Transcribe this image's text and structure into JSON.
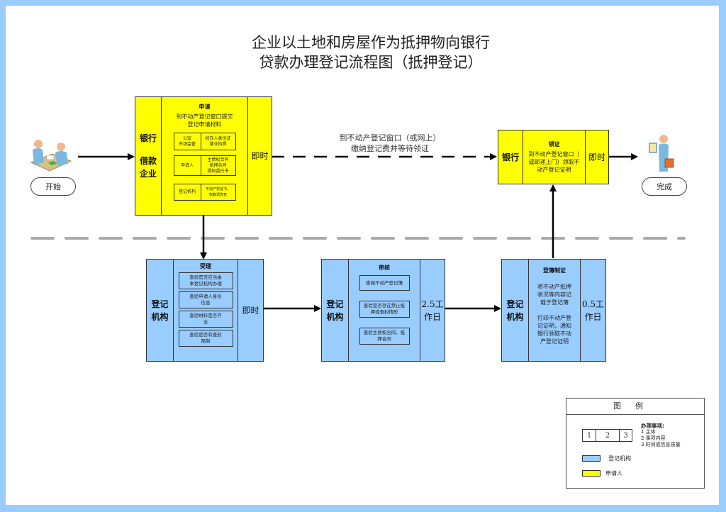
{
  "title": {
    "line1": "企业以土地和房屋作为抵押物向银行",
    "line2": "贷款办理登记流程图（抵押登记）"
  },
  "colors": {
    "applicant": "#ffff00",
    "registry": "#99ccff",
    "frame": "#99ccff",
    "divider": "#aaaaaa"
  },
  "start": {
    "label": "开始",
    "icon": "people-at-desk-icon"
  },
  "finish": {
    "label": "完成",
    "icon": "person-with-certificate-icon"
  },
  "apply_step": {
    "subject_line1": "银行",
    "subject_line2": "借款",
    "subject_line3": "企业",
    "heading": "申请",
    "desc_line1": "到不动产登记窗口提交",
    "desc_line2": "登记申请材料",
    "materials": [
      {
        "left": [
          "公安",
          "市场监管"
        ],
        "right": [
          "经办人身份证",
          "营业执照"
        ]
      },
      {
        "left": [
          "申请人"
        ],
        "right": [
          "主债权合同",
          "抵押合同",
          "授权委托书"
        ]
      },
      {
        "left": [
          "登记机构"
        ],
        "right": [
          "不动产权证书、",
          "权籍调查表"
        ]
      }
    ],
    "time": "即时"
  },
  "dashed_flow": {
    "line1": "到不动产登记窗口（或网上）",
    "line2": "缴纳登记费并等待领证"
  },
  "receive_step": {
    "subject": "银行",
    "heading": "领证",
    "desc_line1": "到不动产登记窗口（",
    "desc_line2": "或邮递上门）领取不",
    "desc_line3": "动产登记证明",
    "time": "即时"
  },
  "accept_step": {
    "subject_line1": "登记",
    "subject_line2": "机构",
    "heading": "受理",
    "checks": [
      [
        "查验是否应当由",
        "本登记机构办理"
      ],
      [
        "查验申请人身份",
        "信息"
      ],
      [
        "查验材料是否齐",
        "全"
      ],
      [
        "查验是否有查封",
        "限制"
      ]
    ],
    "time": "即时"
  },
  "review_step": {
    "subject_line1": "登记",
    "subject_line2": "机构",
    "heading": "审核",
    "checks": [
      [
        "查阅不动产登记簿"
      ],
      [
        "查验是否存在禁止抵",
        "押或查封情形"
      ],
      [
        "查验主债权合同、抵",
        "押合同"
      ]
    ],
    "time_line1": "2.5工",
    "time_line2": "作日"
  },
  "record_step": {
    "subject_line1": "登记",
    "subject_line2": "机构",
    "heading": "登簿制证",
    "para1": [
      "将不动产抵押",
      "状况等内容记",
      "载于登记簿"
    ],
    "para2": [
      "打印不动产登",
      "记证明，通知",
      "银行领取不动",
      "产登记证明"
    ],
    "time_line1": "0.5工",
    "time_line2": "作日"
  },
  "legend": {
    "title": "图例",
    "cells": [
      "1",
      "2",
      "3"
    ],
    "notes_title": "办理事项:",
    "notes": [
      "1 主体",
      "2 事项内容",
      "3 时间或信息质量"
    ],
    "registry_label": "登记机构",
    "applicant_label": "申请人"
  }
}
